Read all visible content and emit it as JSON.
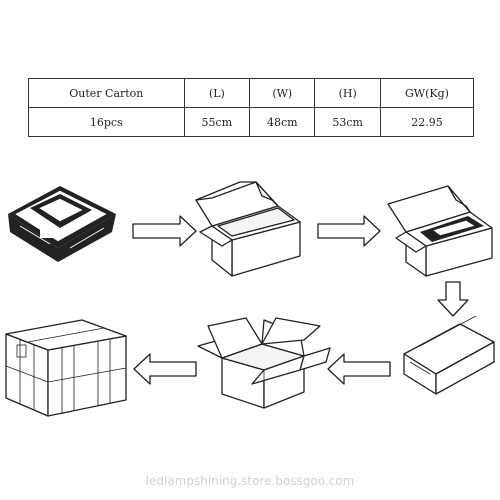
{
  "table": {
    "headers": [
      "Outer Carton",
      "(L)",
      "(W)",
      "(H)",
      "GW(Kg)"
    ],
    "values": [
      "16pcs",
      "55cm",
      "48cm",
      "53cm",
      "22.95"
    ]
  },
  "watermark": "ledlampshining.store.bossgoo.com",
  "icons": {
    "product": "lamp-housing-icon",
    "open_box": "open-carton-icon",
    "packed_box": "packed-carton-icon",
    "closed_box": "closed-carton-icon",
    "flaps_box": "carton-flaps-open-icon",
    "master": "taped-master-carton-icon",
    "arrow": "outline-arrow-icon"
  }
}
